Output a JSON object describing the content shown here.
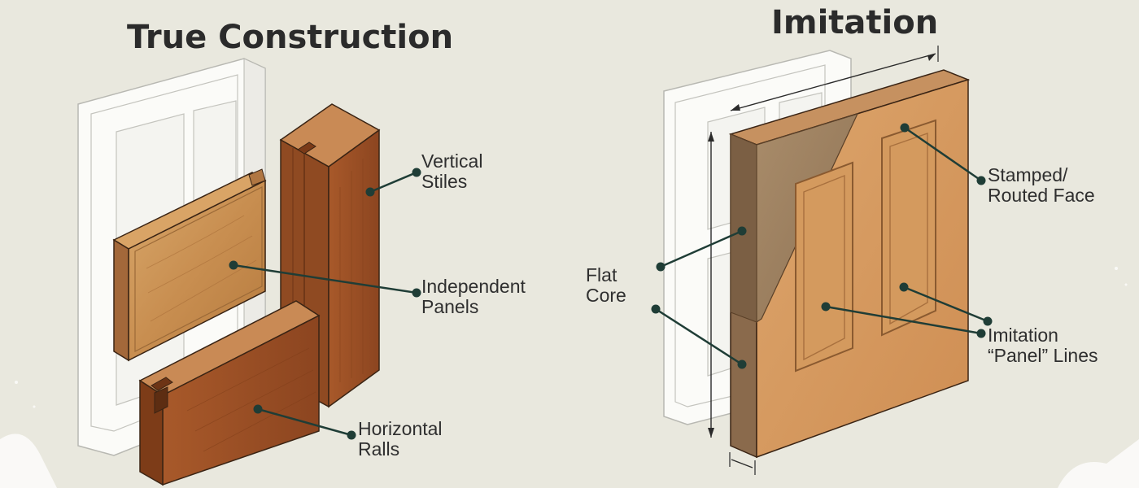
{
  "left": {
    "title": "True Construction",
    "labels": {
      "vertical_stiles": [
        "Vertical",
        "Stiles"
      ],
      "independent_panels": [
        "Independent",
        "Panels"
      ],
      "horizontal_rails": [
        "Horizontal",
        "Ralls"
      ]
    }
  },
  "right": {
    "title": "Imitation",
    "labels": {
      "stamped_face": [
        "Stamped/",
        "Routed Face"
      ],
      "flat_core": [
        "Flat",
        "Core"
      ],
      "imitation_lines": [
        "Imitation",
        "“Panel” Lines"
      ]
    }
  },
  "colors": {
    "background": "#e9e8de",
    "title": "#2b2b2b",
    "leader": "#1f3d36",
    "wood_dark": "#9a4e24",
    "wood_light": "#cf9a5e",
    "mdf": "#9c7e5e",
    "ghost_door": "#fbfbf8"
  }
}
